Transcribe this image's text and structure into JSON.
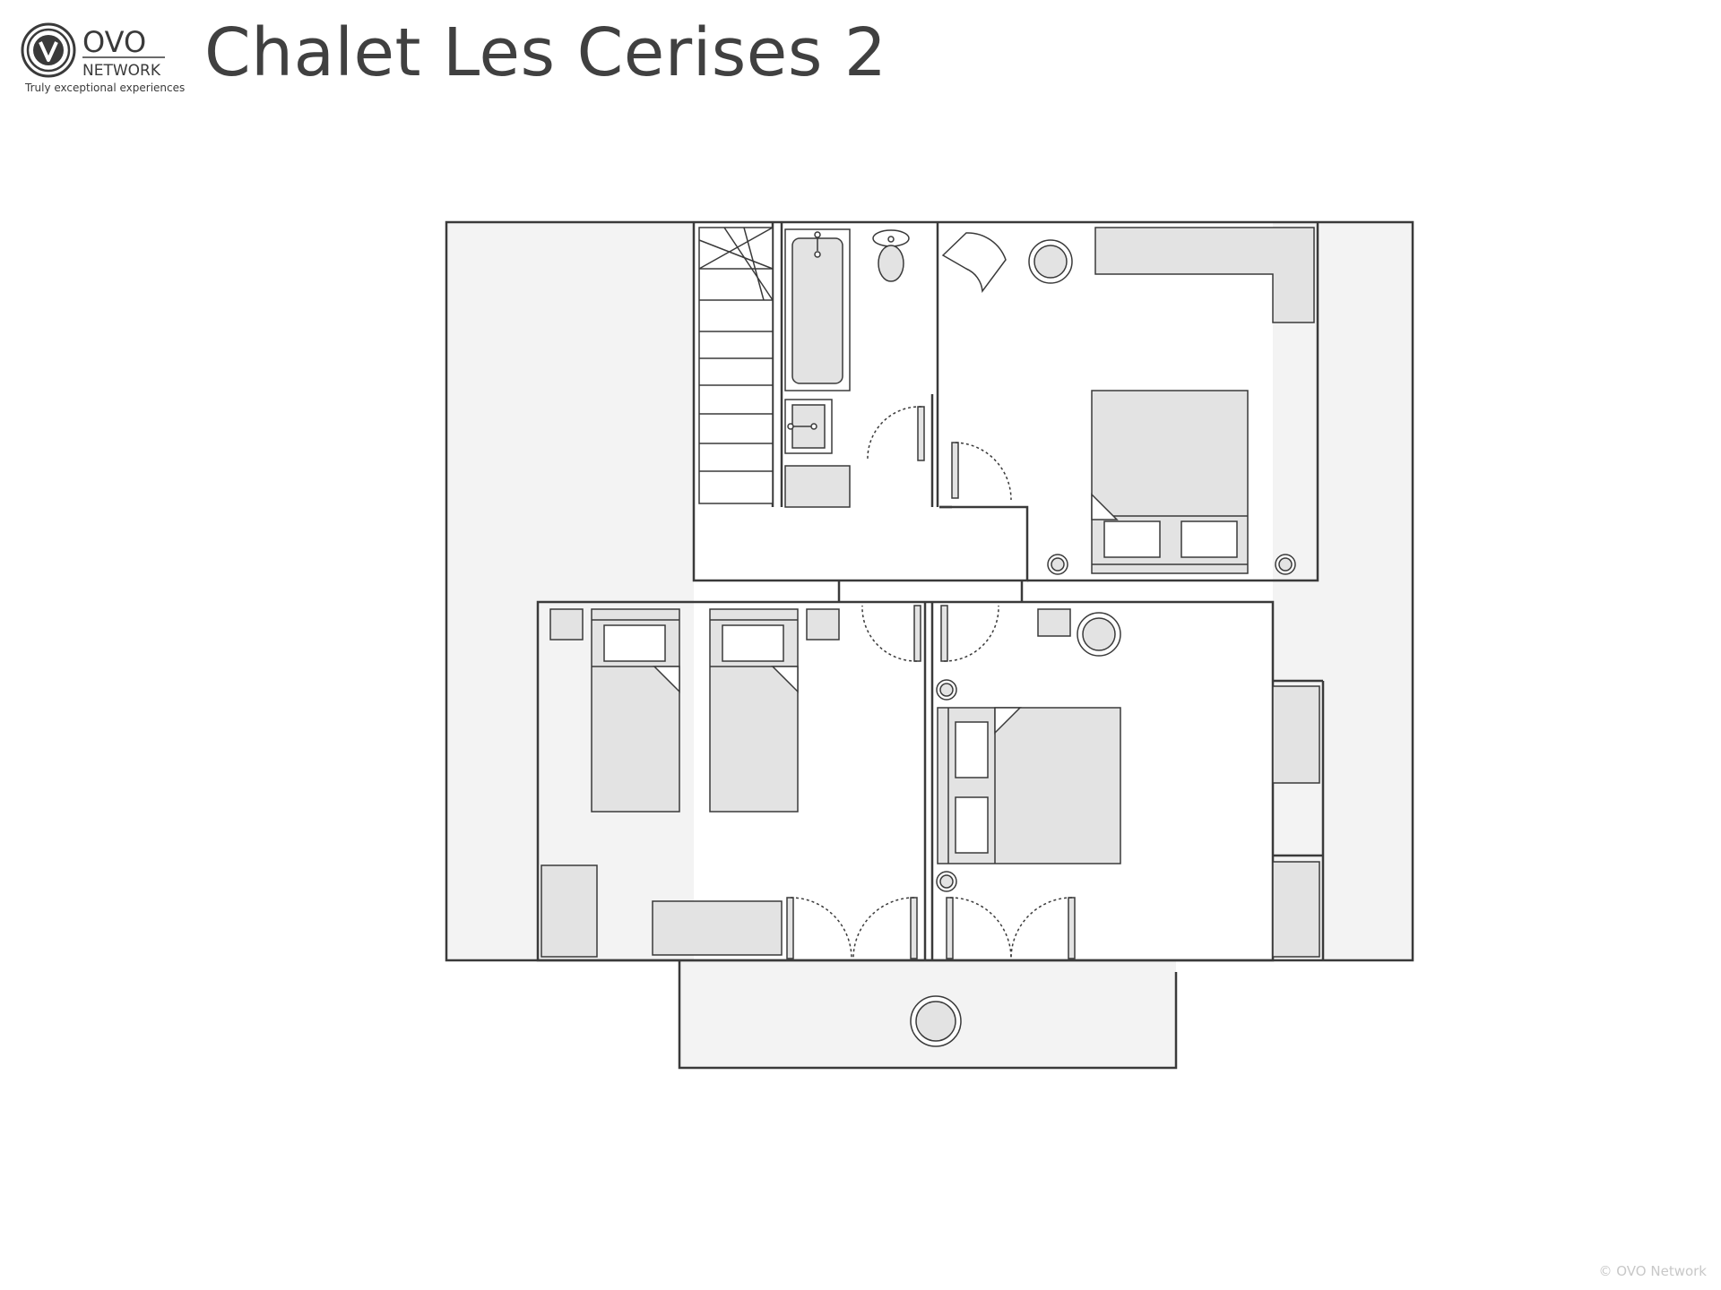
{
  "header": {
    "logo": {
      "brand_top": "OVO",
      "brand_bottom": "NETWORK",
      "tagline": "Truly exceptional experiences",
      "icon": "ovo-v-logo-icon"
    },
    "title": "Chalet Les Cerises 2"
  },
  "footer": {
    "copyright": "© OVO Network"
  },
  "colors": {
    "wall": "#3a3a3a",
    "fixture_fill": "#e3e3e3",
    "exterior_fill": "#f3f3f3",
    "title_text": "#404040"
  }
}
